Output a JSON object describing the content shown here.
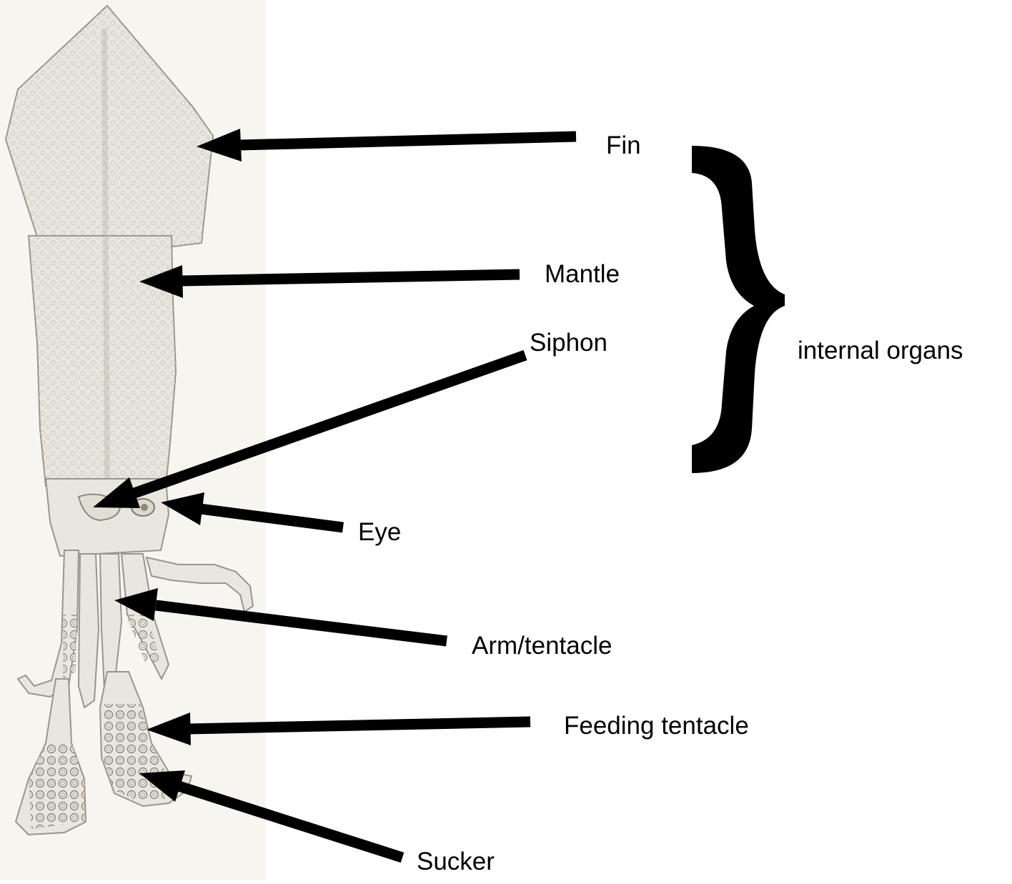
{
  "labels": {
    "fin": "Fin",
    "mantle": "Mantle",
    "siphon": "Siphon",
    "eye": "Eye",
    "arm": "Arm/tentacle",
    "feeding": "Feeding tentacle",
    "sucker": "Sucker",
    "internal": "internal organs"
  },
  "colors": {
    "arrow": "#000000",
    "body": "#e9e6df",
    "body_outline": "#9a958c",
    "texture": "#c9c3b8",
    "background": "#ffffff"
  }
}
